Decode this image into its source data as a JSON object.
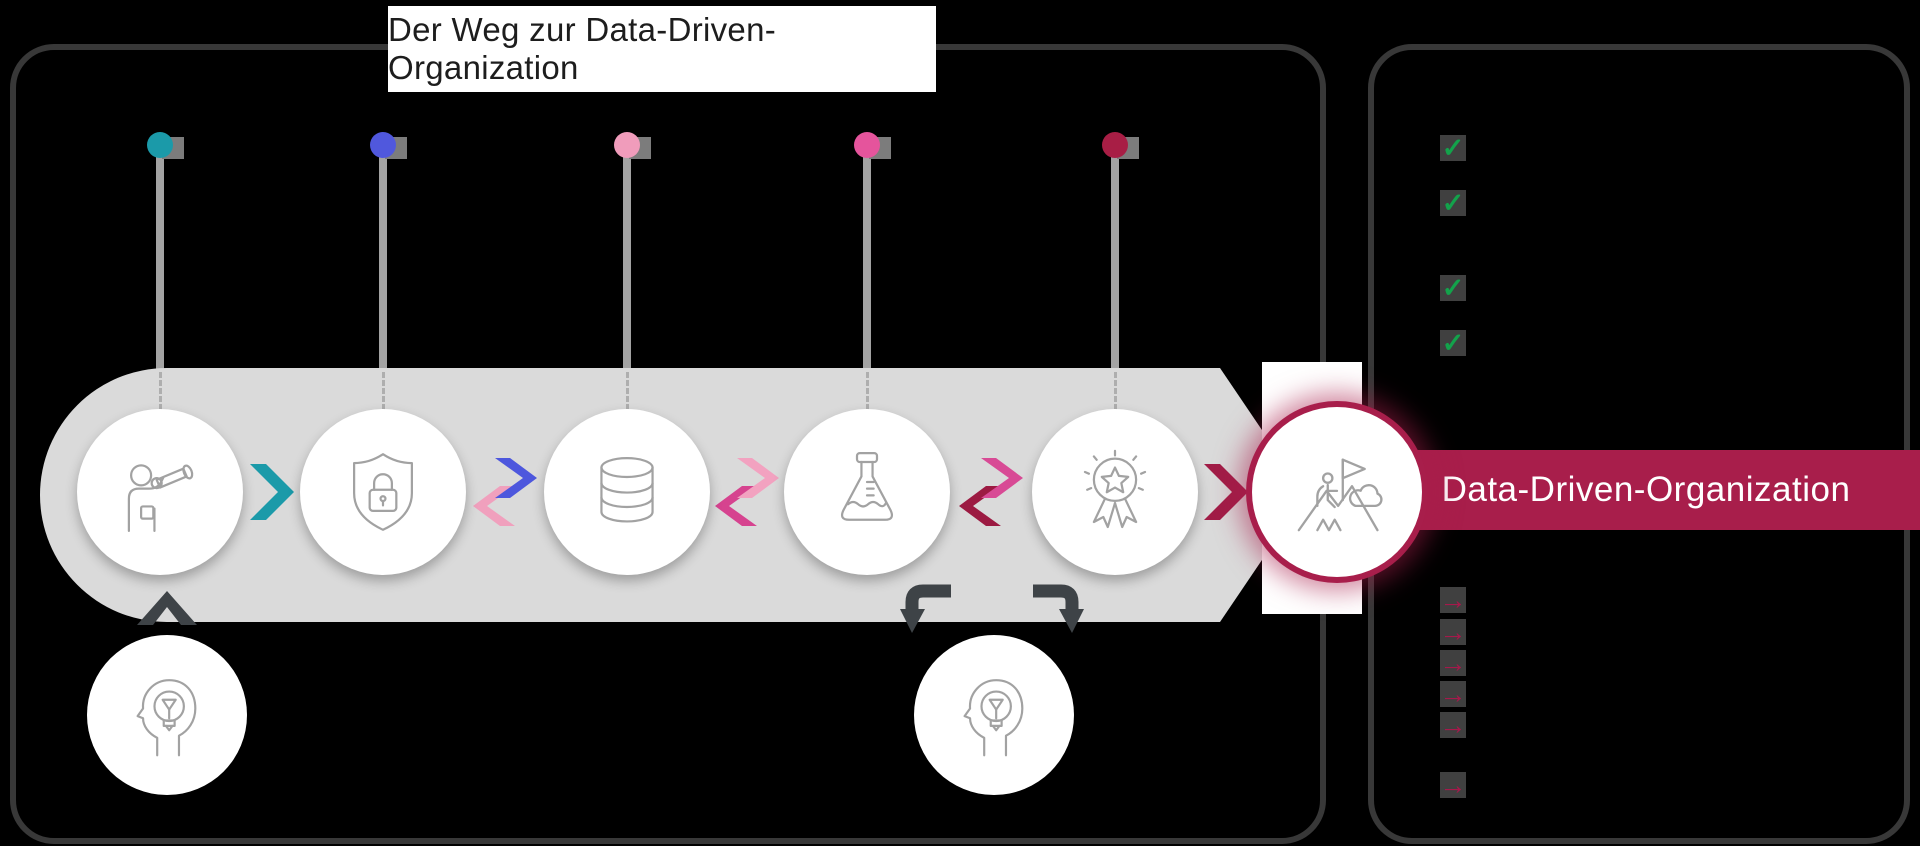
{
  "title": "Der Weg zur Data-Driven-Organization",
  "banner": {
    "label": "Data-Driven-Organization",
    "bg_color": "#a81e4b",
    "text_color": "#ffffff"
  },
  "stages": [
    {
      "icon": "telescope-person-icon",
      "marker_color": "#1b9aa9"
    },
    {
      "icon": "shield-lock-icon",
      "marker_color": "#5058dd"
    },
    {
      "icon": "database-icon",
      "marker_color": "#f09cbb"
    },
    {
      "icon": "flask-icon",
      "marker_color": "#e5549c"
    },
    {
      "icon": "award-icon",
      "marker_color": "#a81e45"
    }
  ],
  "final_stage": {
    "icon": "summit-flag-icon",
    "glow_color": "#a81e4b"
  },
  "connectors": [
    {
      "style": "single",
      "colors": [
        "#1b9aa9"
      ]
    },
    {
      "style": "double",
      "colors": [
        "#4d57dd",
        "#f0a0bd"
      ]
    },
    {
      "style": "double",
      "colors": [
        "#f2a2c0",
        "#d6438f"
      ]
    },
    {
      "style": "double",
      "colors": [
        "#d84a95",
        "#9c1a42"
      ]
    },
    {
      "style": "single",
      "colors": [
        "#a11c47"
      ]
    }
  ],
  "insight_markers": [
    {
      "icon": "head-lightbulb-icon"
    },
    {
      "icon": "head-lightbulb-icon"
    }
  ],
  "right_panel": {
    "checklist": {
      "glyph": "✓",
      "color": "#13a24b",
      "count": 4
    },
    "action_list": {
      "glyph": "→",
      "color": "#a6194b",
      "count": 6
    }
  }
}
